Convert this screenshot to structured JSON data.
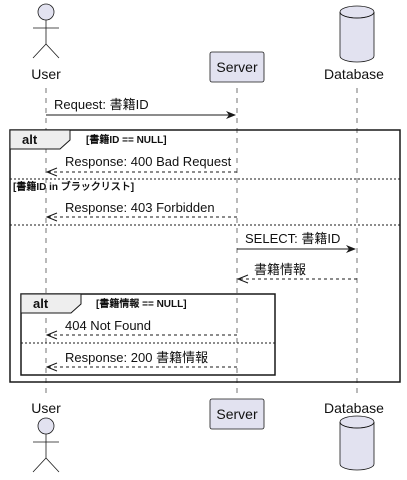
{
  "participants": {
    "user": "User",
    "server": "Server",
    "database": "Database"
  },
  "messages": {
    "request": "Request: 書籍ID",
    "resp400": "Response: 400 Bad Request",
    "resp403": "Response: 403 Forbidden",
    "select": "SELECT: 書籍ID",
    "bookinfo": "書籍情報",
    "notfound": "404 Not Found",
    "resp200": "Response: 200 書籍情報"
  },
  "fragments": {
    "outer": {
      "keyword": "alt",
      "guard1": "[書籍ID == NULL]",
      "guard2": "[書籍ID in ブラックリスト]"
    },
    "inner": {
      "keyword": "alt",
      "guard1": "[書籍情報 == NULL]"
    }
  },
  "colors": {
    "participant_fill": "#e2e2f0",
    "participant_stroke": "#181818",
    "lifeline": "#181818"
  }
}
